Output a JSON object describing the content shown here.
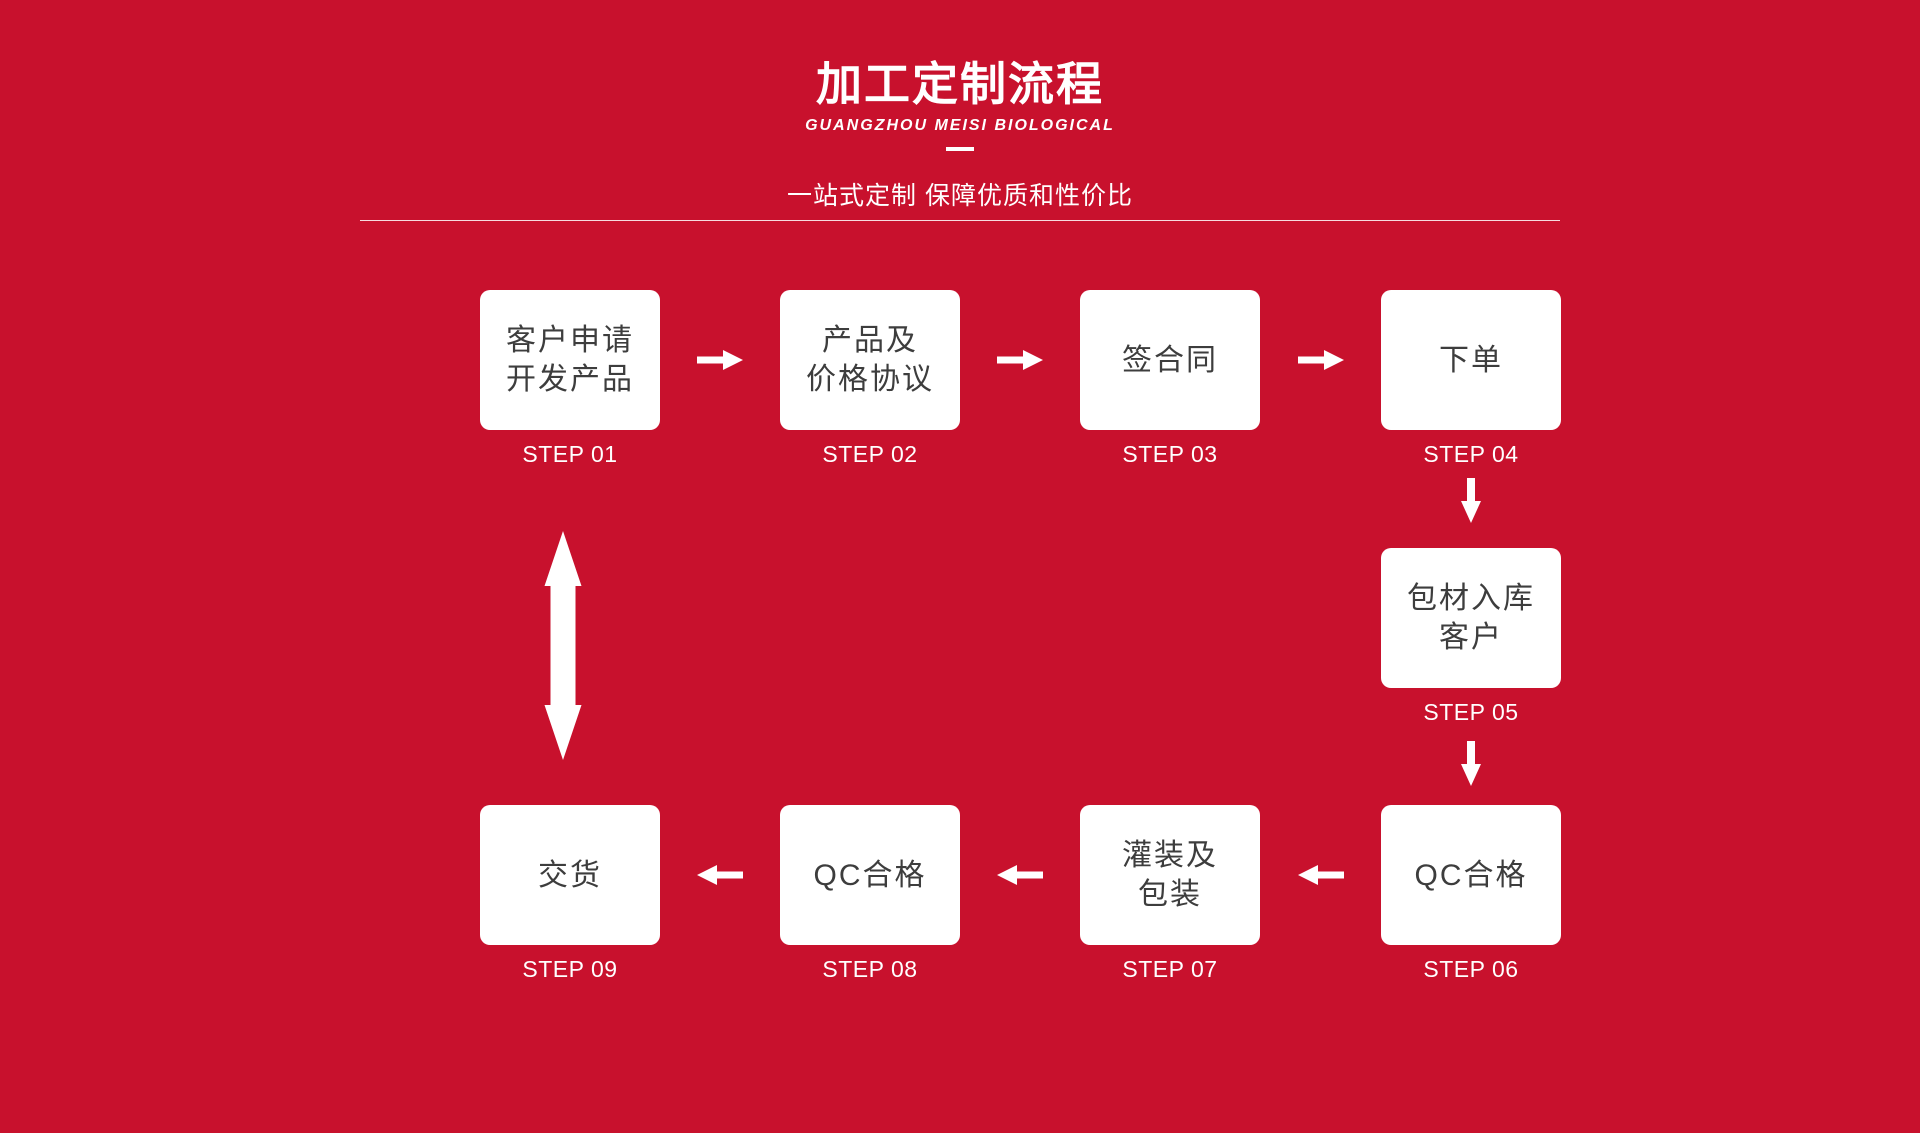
{
  "header": {
    "title": "加工定制流程",
    "subtitle": "GUANGZHOU MEISI BIOLOGICAL",
    "tagline": "一站式定制 保障优质和性价比"
  },
  "colors": {
    "background": "#c8112d",
    "box_bg": "#ffffff",
    "box_text": "#3d3d3d",
    "step_text": "#ffffff",
    "arrow": "#ffffff"
  },
  "icons": {
    "arrow_right": "→",
    "arrow_left": "←",
    "arrow_down": "↓",
    "arrow_vertical_double": "↕"
  },
  "flow": {
    "steps": [
      {
        "label": "客户申请\n开发产品",
        "step": "STEP 01"
      },
      {
        "label": "产品及\n价格协议",
        "step": "STEP 02"
      },
      {
        "label": "签合同",
        "step": "STEP 03"
      },
      {
        "label": "下单",
        "step": "STEP 04"
      },
      {
        "label": "包材入库\n客户",
        "step": "STEP 05"
      },
      {
        "label": "QC合格",
        "step": "STEP 06"
      },
      {
        "label": "灌装及\n包装",
        "step": "STEP 07"
      },
      {
        "label": "QC合格",
        "step": "STEP 08"
      },
      {
        "label": "交货",
        "step": "STEP 09"
      }
    ]
  }
}
